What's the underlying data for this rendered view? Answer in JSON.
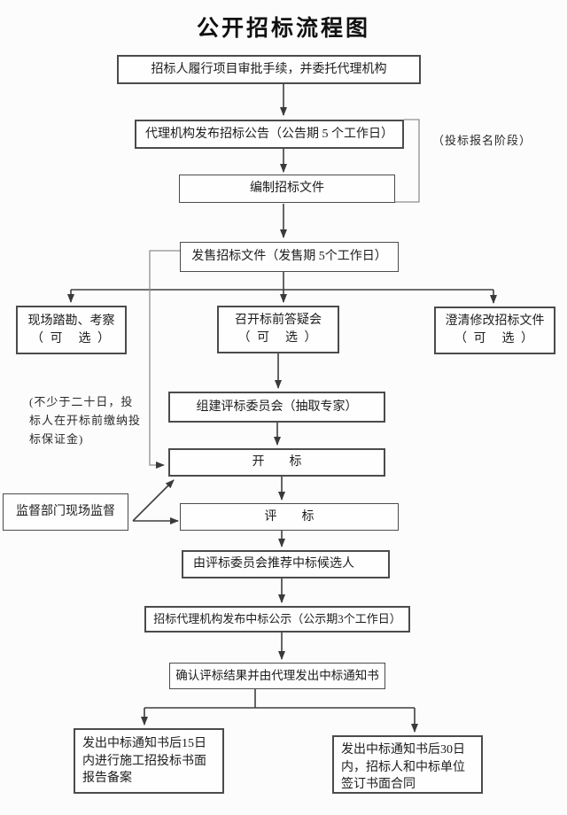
{
  "title": "公开招标流程图",
  "colors": {
    "line": "#3f3f3f",
    "light_line": "#8f8f8f",
    "box_border": "#4b4b4b",
    "background": "#fcfcfc",
    "text": "#1c1c1c"
  },
  "nodes": {
    "approval": {
      "label": "招标人履行项目审批手续，并委托代理机构"
    },
    "announcement": {
      "label": "代理机构发布招标公告（公告期 5 个工作日）"
    },
    "prepare_docs": {
      "label": "编制招标文件"
    },
    "sell_docs": {
      "label": "发售招标文件（发售期 5个工作日）"
    },
    "site_survey": {
      "line1": "现场踏勘、考察",
      "line2": "（ 可　选 ）"
    },
    "qa_meeting": {
      "line1": "召开标前答疑会",
      "line2": "（ 可　选 ）"
    },
    "clarify": {
      "line1": "澄清修改招标文件",
      "line2": "（ 可　选 ）"
    },
    "committee": {
      "label": "组建评标委员会（抽取专家）"
    },
    "bid_opening": {
      "label": "开　　标"
    },
    "supervision": {
      "label": "监督部门现场监督"
    },
    "bid_evaluation": {
      "label": "评　　标"
    },
    "recommend": {
      "label": "由评标委员会推荐中标候选人"
    },
    "publicity": {
      "label": "招标代理机构发布中标公示（公示期3个工作日）"
    },
    "confirm": {
      "label": "确认评标结果并由代理发出中标通知书"
    },
    "report": {
      "label": "发出中标通知书后15日内进行施工招投标书面报告备案"
    },
    "contract": {
      "label": "发出中标通知书后30日内，招标人和中标单位签订书面合同"
    }
  },
  "notes": {
    "registration_stage": "（投标报名阶段）",
    "bid_deposit": "(不少于二十日，投标人在开标前缴纳投标保证金)"
  }
}
